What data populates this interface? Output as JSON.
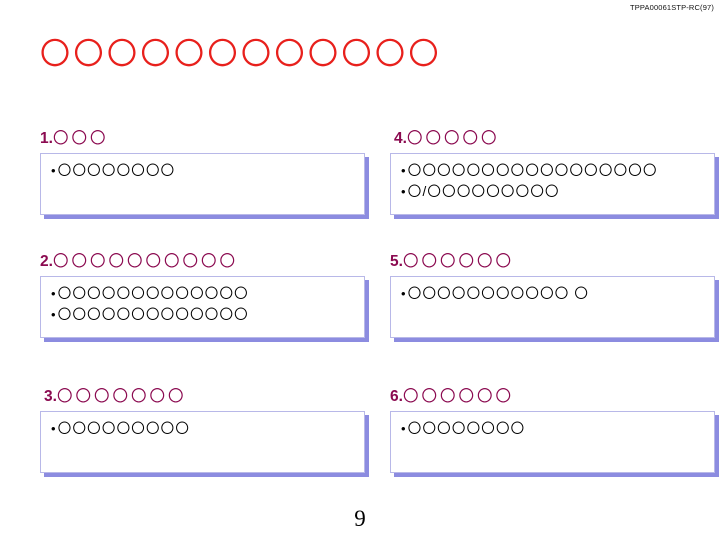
{
  "header": {
    "doc_code": "TPPA00061STP-RC(97)"
  },
  "title": "〇〇〇〇〇〇〇〇〇〇〇〇",
  "sections": [
    {
      "number": "1.",
      "heading_glyphs": "〇〇〇",
      "bullets": [
        "〇〇〇〇〇〇〇〇"
      ]
    },
    {
      "number": "2.",
      "heading_glyphs": "〇〇〇〇〇〇〇〇〇〇",
      "bullets": [
        "〇〇〇〇〇〇〇〇〇〇〇〇〇",
        "〇〇〇〇〇〇〇〇〇〇〇〇〇"
      ]
    },
    {
      "number": "3.",
      "heading_glyphs": "〇〇〇〇〇〇〇",
      "bullets": [
        "〇〇〇〇〇〇〇〇〇"
      ]
    },
    {
      "number": "4.",
      "heading_glyphs": "〇〇〇〇〇",
      "bullets": [
        "〇〇〇〇〇〇〇〇〇〇〇〇〇〇〇〇〇",
        "〇/〇〇〇〇〇〇〇〇〇"
      ]
    },
    {
      "number": "5.",
      "heading_glyphs": "〇〇〇〇〇〇",
      "bullets": [
        "〇〇〇〇〇〇〇〇〇〇〇 〇"
      ]
    },
    {
      "number": "6.",
      "heading_glyphs": "〇〇〇〇〇〇",
      "bullets": [
        "〇〇〇〇〇〇〇〇"
      ]
    }
  ],
  "footer": {
    "page_number": "9"
  },
  "colors": {
    "title": "#E8201C",
    "heading": "#8B0A50",
    "box_border": "#B8B8E8",
    "box_shadow": "#8C8CE0",
    "body_text": "#000000"
  }
}
